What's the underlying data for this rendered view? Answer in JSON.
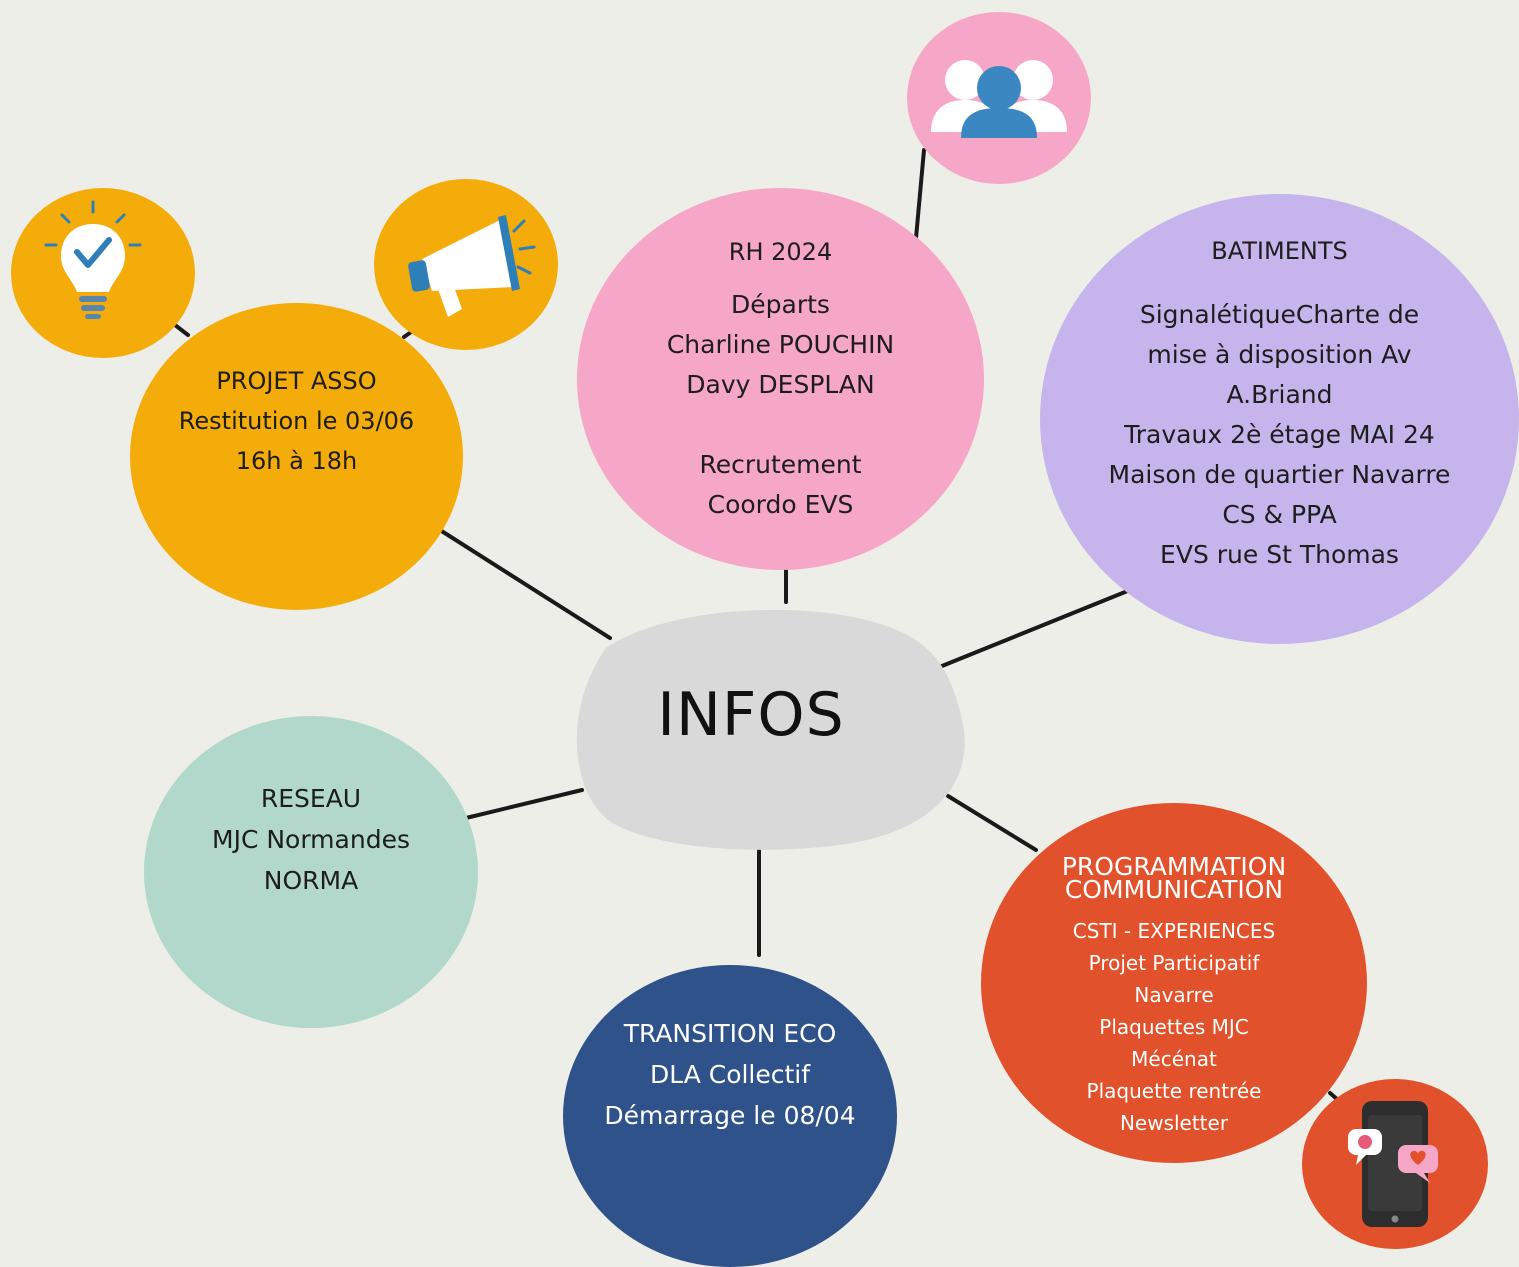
{
  "hub": {
    "title": "INFOS"
  },
  "nodes": {
    "projet_asso": {
      "lines": [
        "PROJET ASSO",
        "Restitution le 03/06",
        "16h à 18h"
      ],
      "color": "#f4ac0a"
    },
    "rh": {
      "title": "RH 2024",
      "lines": [
        "Départs",
        "Charline POUCHIN",
        "Davy DESPLAN"
      ],
      "lines_2": [
        "Recrutement",
        "Coordo EVS"
      ],
      "color": "#f6a6c7"
    },
    "batiments": {
      "title": "BATIMENTS",
      "lines": [
        "SignalétiqueCharte de",
        "mise à disposition Av",
        "A.Briand",
        "Travaux 2è étage MAI 24",
        "Maison de quartier Navarre",
        "CS & PPA",
        "EVS rue St Thomas"
      ],
      "color": "#c5b5ec"
    },
    "reseau": {
      "lines": [
        "RESEAU",
        "MJC Normandes",
        "NORMA"
      ],
      "color": "#b1d8cb"
    },
    "transition": {
      "lines": [
        "TRANSITION ECO",
        "DLA Collectif",
        "Démarrage le 08/04"
      ],
      "color": "#2e5289"
    },
    "programmation": {
      "title_lines": [
        "PROGRAMMATION",
        "COMMUNICATION"
      ],
      "items": [
        "CSTI - EXPERIENCES",
        "Projet Participatif",
        "Navarre",
        "Plaquettes MJC",
        "Mécénat",
        "Plaquette rentrée",
        "Newsletter"
      ],
      "color": "#e1512b"
    }
  },
  "icons": [
    "lightbulb-check-icon",
    "megaphone-icon",
    "people-group-icon",
    "smartphone-reactions-icon"
  ]
}
